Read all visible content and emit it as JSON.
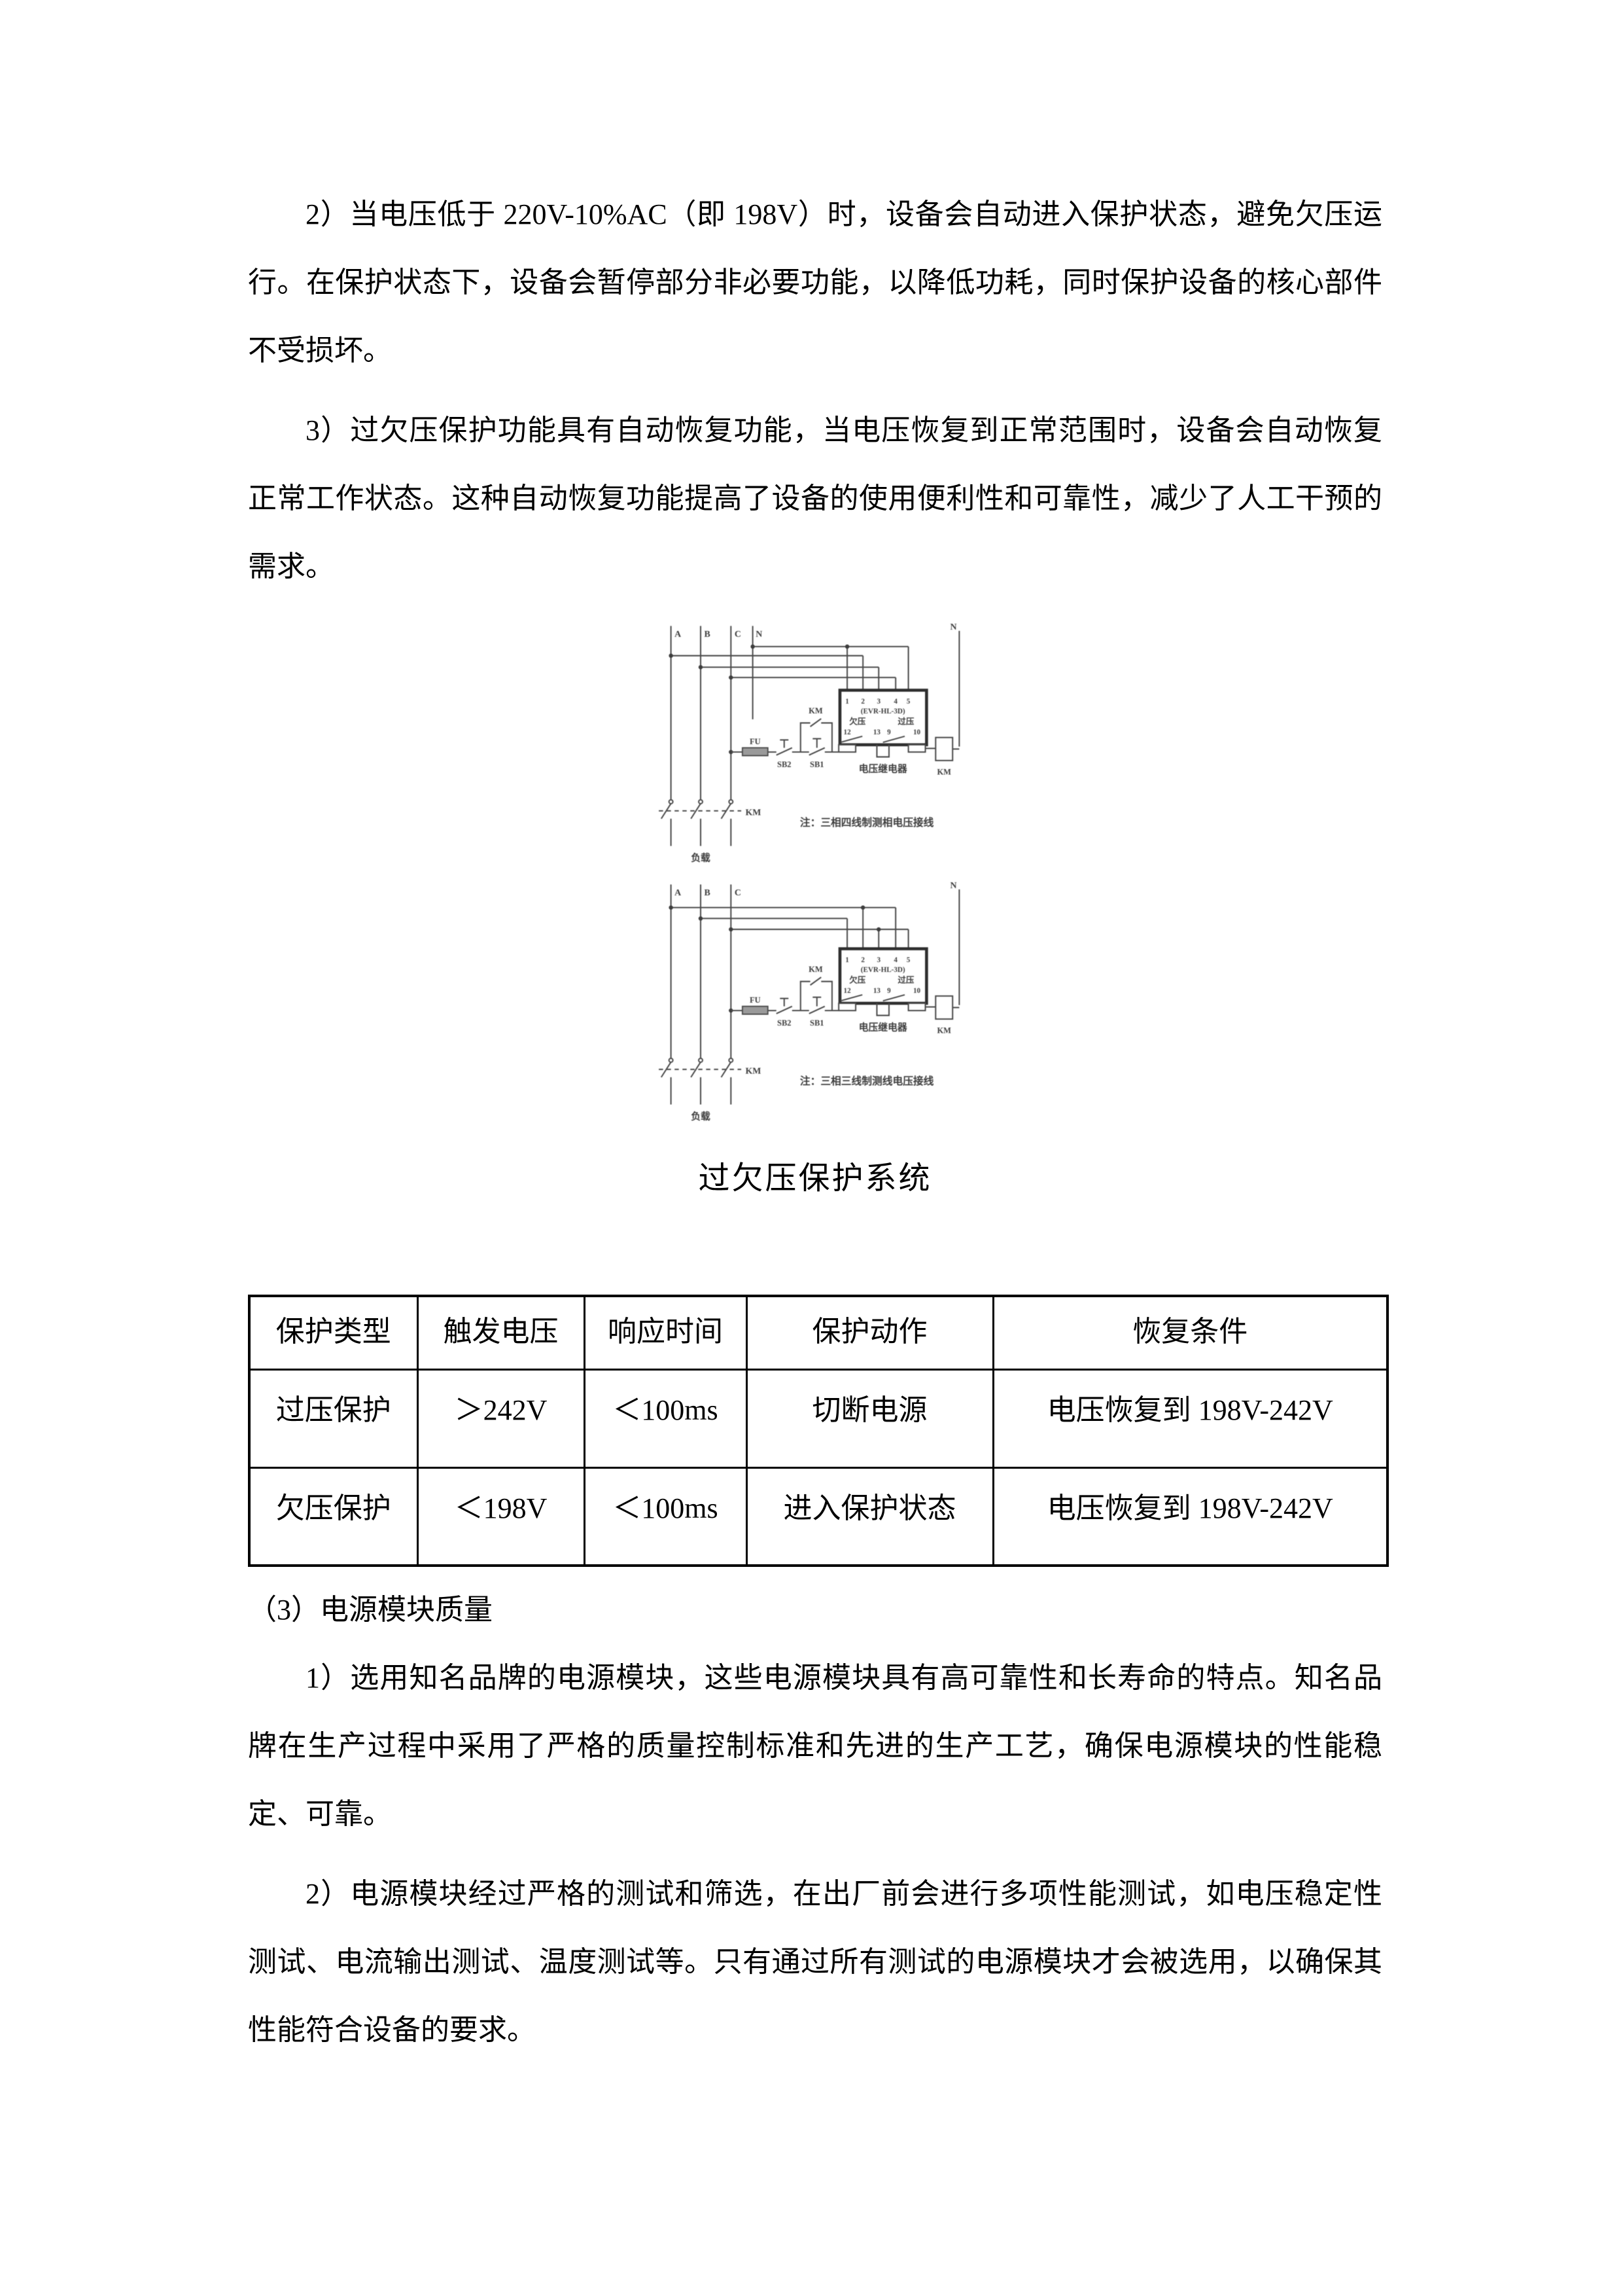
{
  "document": {
    "paragraphs_top": [
      "2）当电压低于 220V-10%AC（即 198V）时，设备会自动进入保护状态，避免欠压运行。在保护状态下，设备会暂停部分非必要功能，以降低功耗，同时保护设备的核心部件不受损坏。",
      "3）过欠压保护功能具有自动恢复功能，当电压恢复到正常范围时，设备会自动恢复正常工作状态。这种自动恢复功能提高了设备的使用便利性和可靠性，减少了人工干预的需求。"
    ],
    "figure": {
      "caption": "过欠压保护系统",
      "labels": {
        "phase_a": "A",
        "phase_b": "B",
        "phase_c": "C",
        "neutral": "N",
        "t1": "1",
        "t2": "2",
        "t3": "3",
        "t4": "4",
        "t5": "5",
        "model": "(EVR-HL-3D)",
        "undervoltage": "欠压",
        "overvoltage": "过压",
        "t12": "12",
        "t13": "13",
        "t9": "9",
        "t10": "10",
        "relay_name": "电压继电器",
        "fuse": "FU",
        "stop_button": "SB2",
        "start_button": "SB1",
        "contactor": "KM",
        "load": "负载"
      },
      "diagram1_note": "注：三相四线制测相电压接线",
      "diagram2_note": "注：三相三线制测线电压接线"
    },
    "table": {
      "headers": [
        "保护类型",
        "触发电压",
        "响应时间",
        "保护动作",
        "恢复条件"
      ],
      "rows": [
        [
          "过压保护",
          "＞242V",
          "＜100ms",
          "切断电源",
          "电压恢复到 198V-242V"
        ],
        [
          "欠压保护",
          "＜198V",
          "＜100ms",
          "进入保护状态",
          "电压恢复到 198V-242V"
        ]
      ]
    },
    "section_heading": "（3）电源模块质量",
    "paragraphs_bottom": [
      "1）选用知名品牌的电源模块，这些电源模块具有高可靠性和长寿命的特点。知名品牌在生产过程中采用了严格的质量控制标准和先进的生产工艺，确保电源模块的性能稳定、可靠。",
      "2）电源模块经过严格的测试和筛选，在出厂前会进行多项性能测试，如电压稳定性测试、电流输出测试、温度测试等。只有通过所有测试的电源模块才会被选用，以确保其性能符合设备的要求。"
    ]
  }
}
